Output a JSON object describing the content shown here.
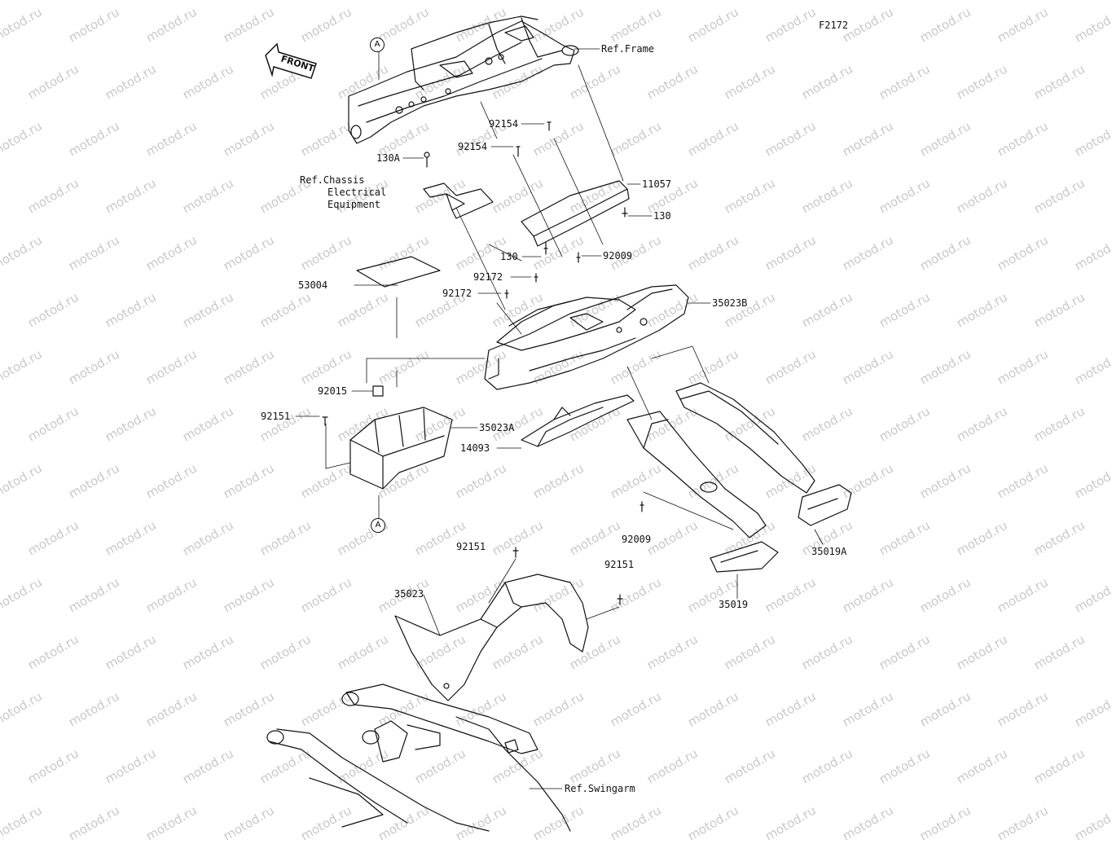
{
  "figure_code": "F2172",
  "front_label": "FRONT",
  "watermark_text": "motod.ru",
  "reference_markers": [
    "A",
    "A"
  ],
  "references": {
    "frame": "Ref.Frame",
    "chassis_electrical": [
      "Ref.Chassis",
      "Electrical",
      "Equipment"
    ],
    "swingarm": "Ref.Swingarm"
  },
  "part_labels": {
    "p92154a": "92154",
    "p92154b": "92154",
    "p130a_bolt": "130A",
    "p11057": "11057",
    "p130_right": "130",
    "p130_mid": "130",
    "p92009_top": "92009",
    "p53004": "53004",
    "p92172a": "92172",
    "p92172b": "92172",
    "p35023b": "35023B",
    "p92015": "92015",
    "p92151_left": "92151",
    "p35023a": "35023A",
    "p14093": "14093",
    "p92009_bottom": "92009",
    "p35019a": "35019A",
    "p92151_mid": "92151",
    "p92151_right": "92151",
    "p35023": "35023",
    "p35019": "35019"
  },
  "colors": {
    "line": "#111111",
    "watermark": "#c9c9c9",
    "background": "#ffffff"
  }
}
